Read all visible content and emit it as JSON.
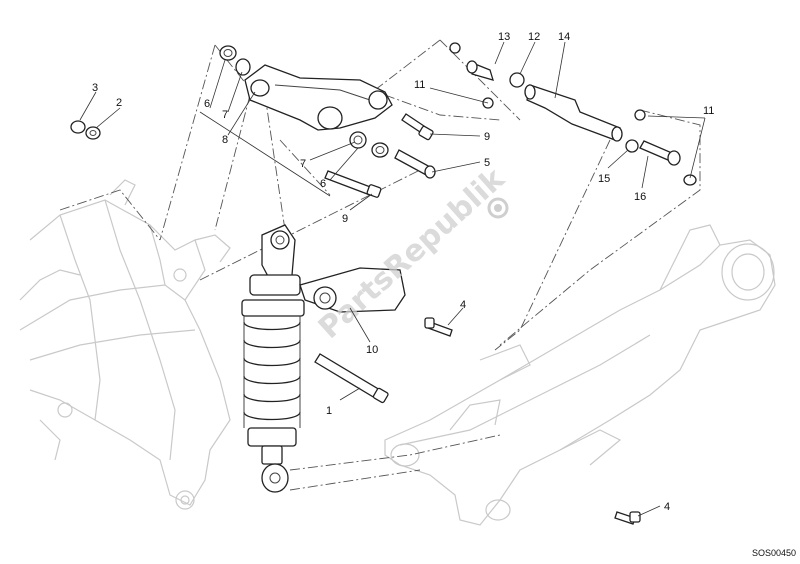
{
  "diagram": {
    "callouts": [
      {
        "id": "c1",
        "label": "1"
      },
      {
        "id": "c2",
        "label": "2"
      },
      {
        "id": "c3",
        "label": "3"
      },
      {
        "id": "c4a",
        "label": "4"
      },
      {
        "id": "c4b",
        "label": "4"
      },
      {
        "id": "c5",
        "label": "5"
      },
      {
        "id": "c6a",
        "label": "6"
      },
      {
        "id": "c6b",
        "label": "6"
      },
      {
        "id": "c7a",
        "label": "7"
      },
      {
        "id": "c7b",
        "label": "7"
      },
      {
        "id": "c8",
        "label": "8"
      },
      {
        "id": "c9a",
        "label": "9"
      },
      {
        "id": "c9b",
        "label": "9"
      },
      {
        "id": "c10",
        "label": "10"
      },
      {
        "id": "c11a",
        "label": "11"
      },
      {
        "id": "c11b",
        "label": "11"
      },
      {
        "id": "c12",
        "label": "12"
      },
      {
        "id": "c13",
        "label": "13"
      },
      {
        "id": "c14",
        "label": "14"
      },
      {
        "id": "c15",
        "label": "15"
      },
      {
        "id": "c16",
        "label": "16"
      }
    ],
    "diagram_code": "SOS00450",
    "watermark": "PartsRepublik"
  }
}
